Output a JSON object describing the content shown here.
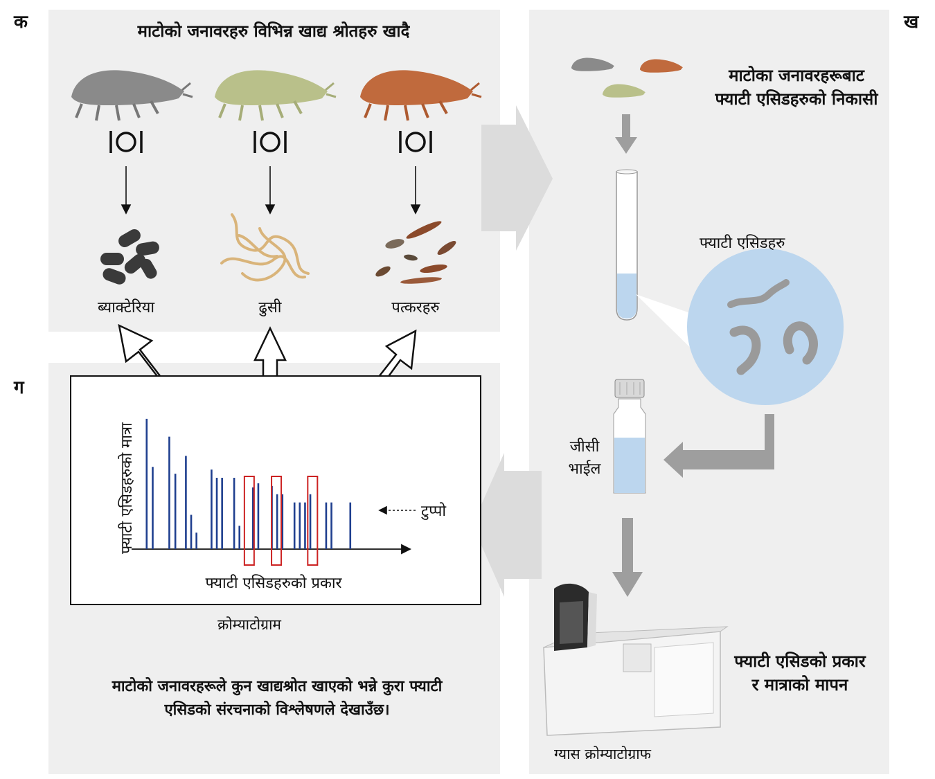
{
  "panels": {
    "a": {
      "letter": "क",
      "title": "माटोको जनावरहरु विभिन्न खाद्य श्रोतहरु खादै",
      "foods": [
        {
          "label": "ब्याक्टेरिया",
          "animal_color": "#8a8a8a",
          "food_icon": "bacteria-icon"
        },
        {
          "label": "ढुसी",
          "animal_color": "#b9c08a",
          "food_icon": "fungi-hyphae-icon"
        },
        {
          "label": "पत्करहरु",
          "animal_color": "#c06a3d",
          "food_icon": "leaf-litter-icon"
        }
      ]
    },
    "b": {
      "letter": "ख",
      "extraction_text": "माटोका जनावरहरूबाट फ्याटी एसिडहरुको निकासी",
      "fatty_acids_label": "फ्याटी एसिडहरु",
      "vial_label": "जीसी भाईल",
      "measure_text": "फ्याटी एसिडको प्रकार र मात्राको मापन",
      "instrument_label": "ग्यास क्रोम्याटोग्राफ"
    },
    "c": {
      "letter": "ग",
      "chart_caption": "क्रोम्याटोग्राम",
      "peak_label": "टुप्पो",
      "conclusion": "माटोको जनावरहरूले कुन खाद्यश्रोत खाएको भन्ने कुरा फ्याटी एसिडको संरचनाको विश्लेषणले देखाउँछ।"
    }
  },
  "colors": {
    "panel_bg": "#efefef",
    "peak": "#1f3f8f",
    "highlight": "#cc2222",
    "arrow_gray": "#9e9e9e",
    "solution": "#bcd6ee"
  },
  "chart_data": {
    "type": "bar",
    "xlabel": "फ्याटी एसिडहरुको प्रकार",
    "ylabel": "फ्याटी एसिडहरुको मात्रा",
    "peaks": [
      {
        "x": 1,
        "y": 0.95
      },
      {
        "x": 1.4,
        "y": 0.6
      },
      {
        "x": 2.5,
        "y": 0.82
      },
      {
        "x": 2.9,
        "y": 0.55
      },
      {
        "x": 3.6,
        "y": 0.68
      },
      {
        "x": 3.95,
        "y": 0.25
      },
      {
        "x": 4.3,
        "y": 0.12
      },
      {
        "x": 5.3,
        "y": 0.58
      },
      {
        "x": 5.65,
        "y": 0.52
      },
      {
        "x": 6.0,
        "y": 0.52
      },
      {
        "x": 6.8,
        "y": 0.52
      },
      {
        "x": 7.15,
        "y": 0.17
      },
      {
        "x": 8.05,
        "y": 0.45
      },
      {
        "x": 8.4,
        "y": 0.48
      },
      {
        "x": 9.3,
        "y": 0.46
      },
      {
        "x": 9.65,
        "y": 0.4
      },
      {
        "x": 10.0,
        "y": 0.4
      },
      {
        "x": 10.8,
        "y": 0.34
      },
      {
        "x": 11.15,
        "y": 0.34
      },
      {
        "x": 11.5,
        "y": 0.34
      },
      {
        "x": 11.85,
        "y": 0.4
      },
      {
        "x": 12.9,
        "y": 0.34
      },
      {
        "x": 13.25,
        "y": 0.34
      },
      {
        "x": 14.5,
        "y": 0.34
      }
    ],
    "highlighted_peaks_x": [
      7.8,
      9.6,
      12.0
    ],
    "xlim": [
      0,
      18
    ],
    "ylim": [
      0,
      1
    ]
  }
}
